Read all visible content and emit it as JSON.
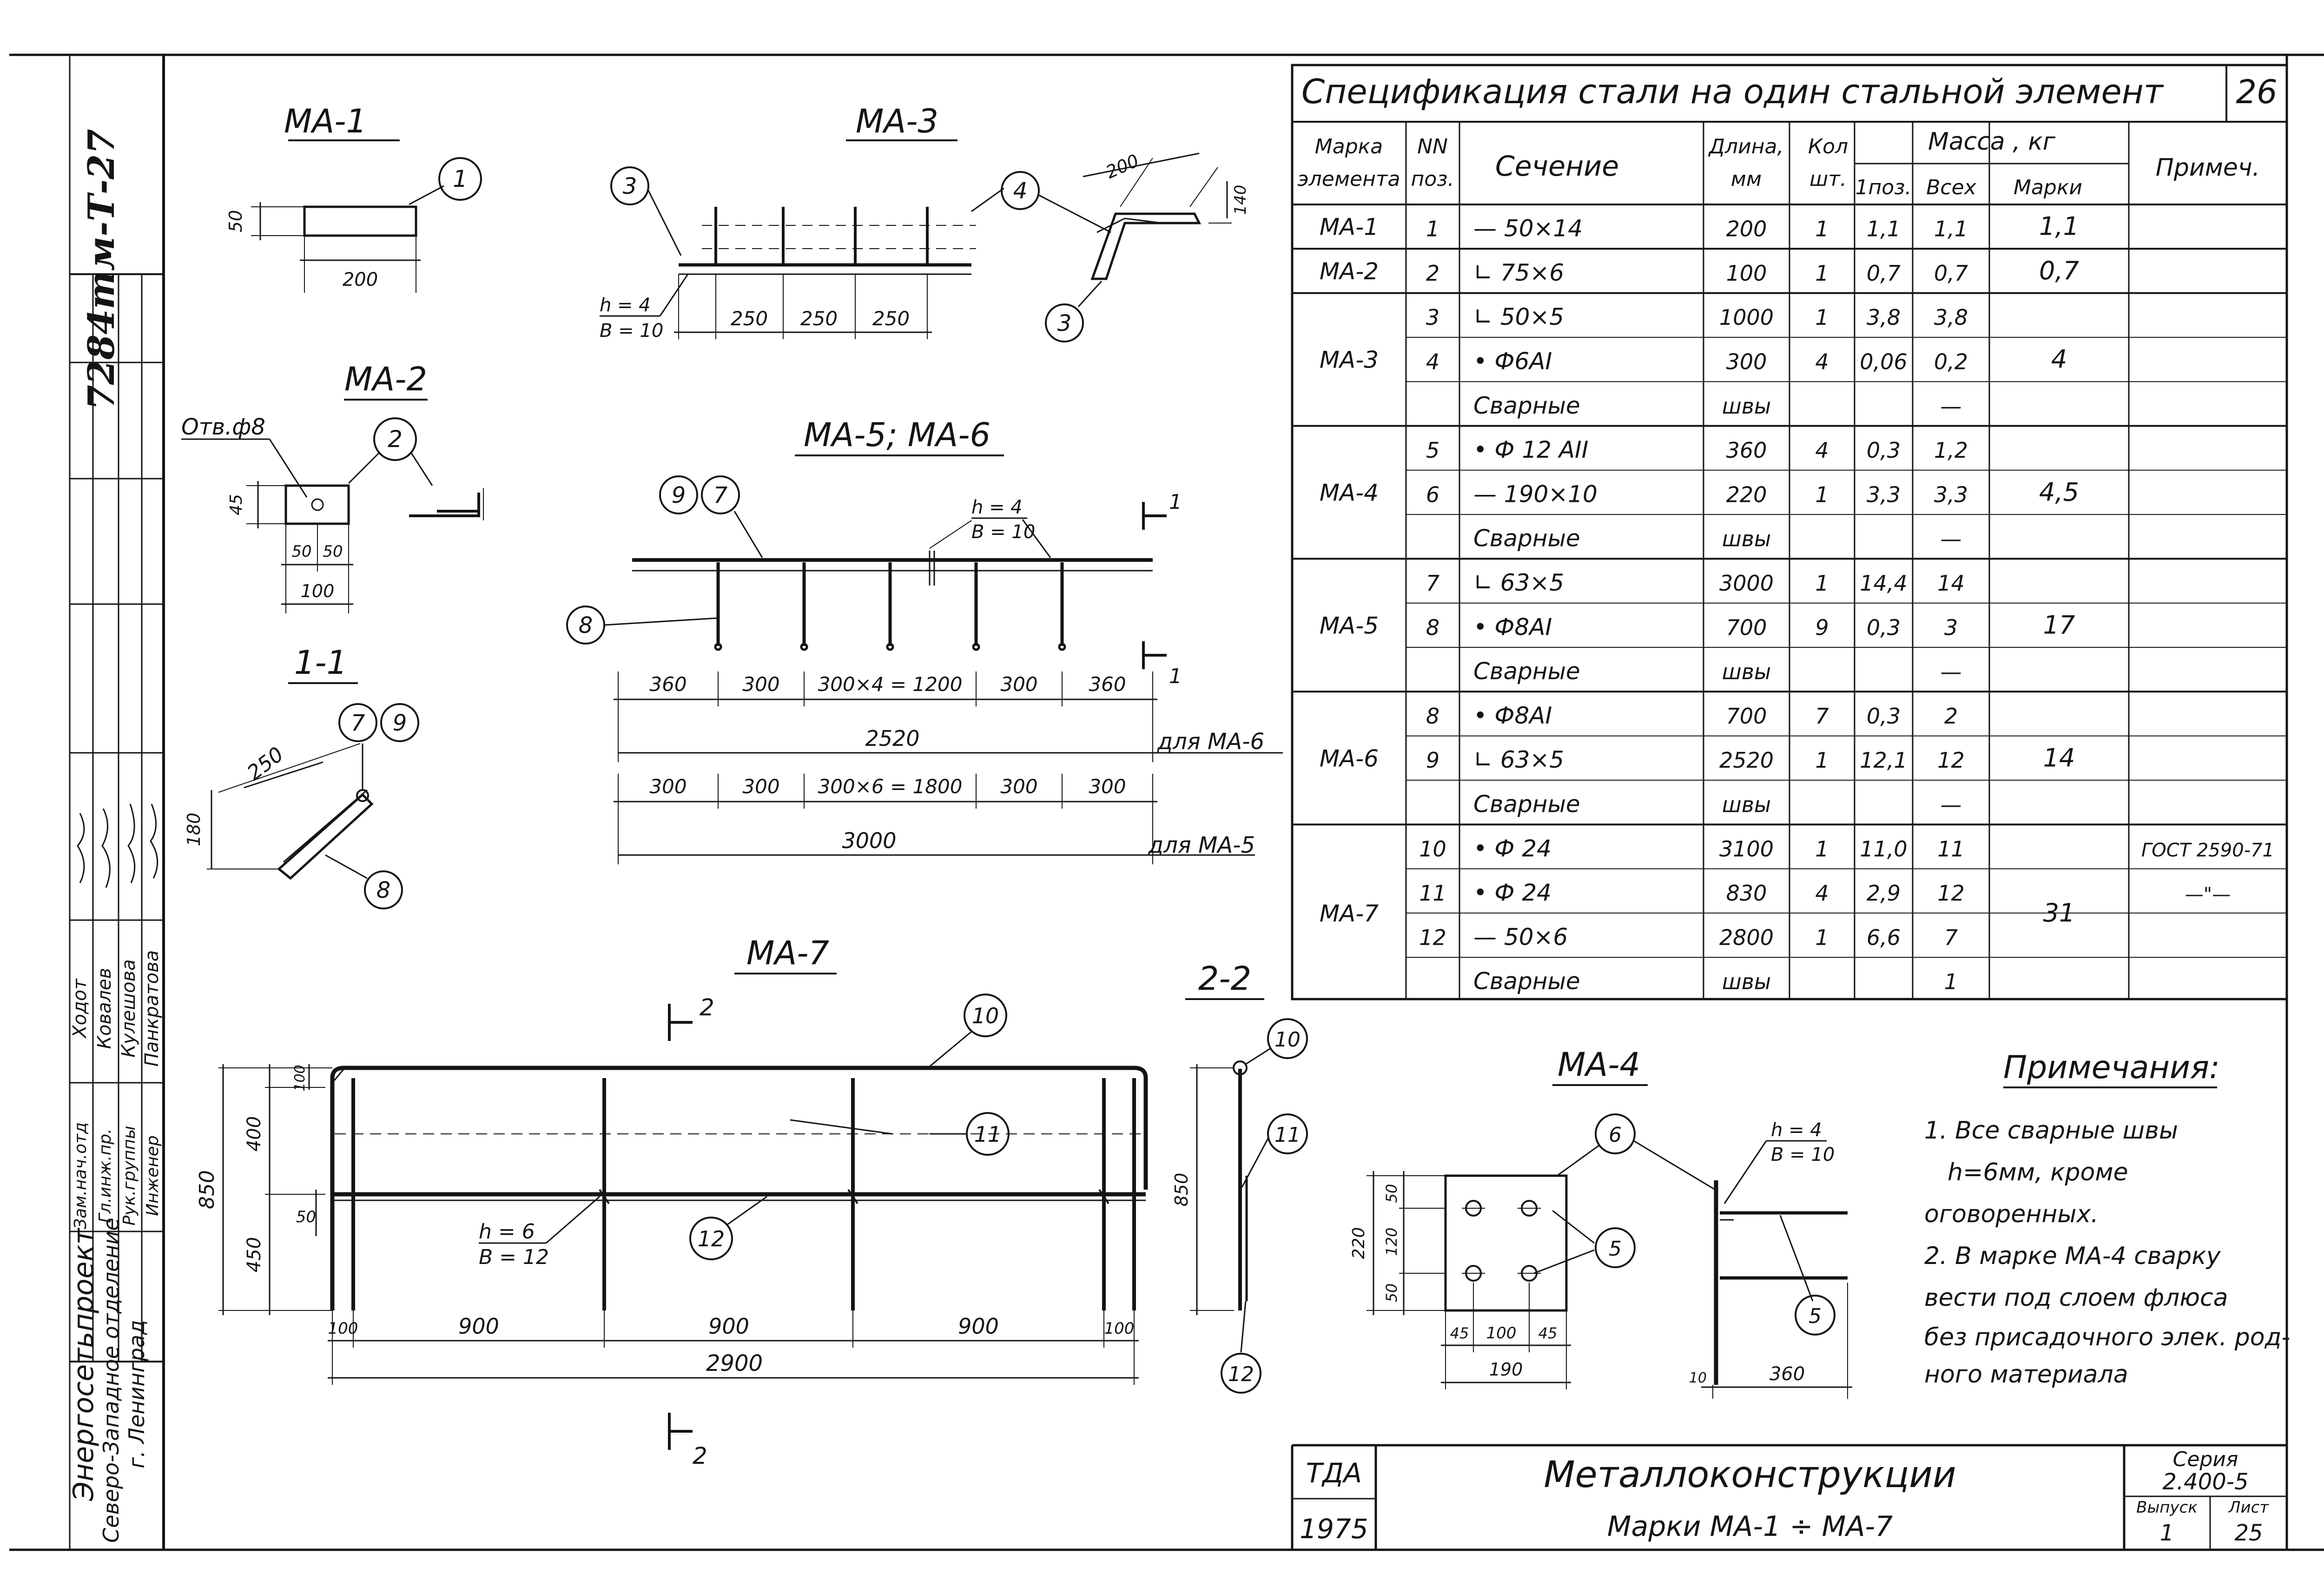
{
  "ink_color": "#141414",
  "paper_color": "#ffffff",
  "sheet_code": "7284тм-Т-27",
  "sheet_top_number": "26",
  "spec": {
    "title": "Спецификация стали на один стальной элемент",
    "headers": {
      "mark": "Марка элемента",
      "pos": "NN поз.",
      "section": "Сечение",
      "length": "Длина, мм",
      "qty": "Кол шт.",
      "mass": "Масса , кг",
      "mass_one": "1поз.",
      "mass_all": "Всех",
      "mass_mark": "Марки",
      "note": "Примеч."
    },
    "rows": [
      {
        "mark": "МА-1",
        "pos": "1",
        "section": "— 50×14",
        "length": "200",
        "qty": "1",
        "one": "1,1",
        "all": "1,1",
        "markmass": "1,1",
        "note": ""
      },
      {
        "mark": "МА-2",
        "pos": "2",
        "section": "∟ 75×6",
        "length": "100",
        "qty": "1",
        "one": "0,7",
        "all": "0,7",
        "markmass": "0,7",
        "note": ""
      },
      {
        "mark": "МА-3",
        "pos": "3",
        "section": "∟ 50×5",
        "length": "1000",
        "qty": "1",
        "one": "3,8",
        "all": "3,8",
        "markmass": "4",
        "note": ""
      },
      {
        "mark": "",
        "pos": "4",
        "section": "• Ф6АI",
        "length": "300",
        "qty": "4",
        "one": "0,06",
        "all": "0,2",
        "markmass": "",
        "note": ""
      },
      {
        "mark": "",
        "pos": "",
        "section": "Сварные",
        "length": "швы",
        "qty": "",
        "one": "",
        "all": "—",
        "markmass": "",
        "note": ""
      },
      {
        "mark": "МА-4",
        "pos": "5",
        "section": "• Ф 12 АII",
        "length": "360",
        "qty": "4",
        "one": "0,3",
        "all": "1,2",
        "markmass": "4,5",
        "note": ""
      },
      {
        "mark": "",
        "pos": "6",
        "section": "— 190×10",
        "length": "220",
        "qty": "1",
        "one": "3,3",
        "all": "3,3",
        "markmass": "",
        "note": ""
      },
      {
        "mark": "",
        "pos": "",
        "section": "Сварные",
        "length": "швы",
        "qty": "",
        "one": "",
        "all": "—",
        "markmass": "",
        "note": ""
      },
      {
        "mark": "МА-5",
        "pos": "7",
        "section": "∟ 63×5",
        "length": "3000",
        "qty": "1",
        "one": "14,4",
        "all": "14",
        "markmass": "17",
        "note": ""
      },
      {
        "mark": "",
        "pos": "8",
        "section": "• Ф8АI",
        "length": "700",
        "qty": "9",
        "one": "0,3",
        "all": "3",
        "markmass": "",
        "note": ""
      },
      {
        "mark": "",
        "pos": "",
        "section": "Сварные",
        "length": "швы",
        "qty": "",
        "one": "",
        "all": "—",
        "markmass": "",
        "note": ""
      },
      {
        "mark": "МА-6",
        "pos": "8",
        "section": "• Ф8АI",
        "length": "700",
        "qty": "7",
        "one": "0,3",
        "all": "2",
        "markmass": "14",
        "note": ""
      },
      {
        "mark": "",
        "pos": "9",
        "section": "∟ 63×5",
        "length": "2520",
        "qty": "1",
        "one": "12,1",
        "all": "12",
        "markmass": "",
        "note": ""
      },
      {
        "mark": "",
        "pos": "",
        "section": "Сварные",
        "length": "швы",
        "qty": "",
        "one": "",
        "all": "—",
        "markmass": "",
        "note": ""
      },
      {
        "mark": "МА-7",
        "pos": "10",
        "section": "• Ф 24",
        "length": "3100",
        "qty": "1",
        "one": "11,0",
        "all": "11",
        "markmass": "31",
        "note": "ГОСТ 2590-71"
      },
      {
        "mark": "",
        "pos": "11",
        "section": "• Ф 24",
        "length": "830",
        "qty": "4",
        "one": "2,9",
        "all": "12",
        "markmass": "",
        "note": "—\"—"
      },
      {
        "mark": "",
        "pos": "12",
        "section": "— 50×6",
        "length": "2800",
        "qty": "1",
        "one": "6,6",
        "all": "7",
        "markmass": "",
        "note": ""
      },
      {
        "mark": "",
        "pos": "",
        "section": "Сварные",
        "length": "швы",
        "qty": "",
        "one": "",
        "all": "1",
        "markmass": "",
        "note": ""
      }
    ]
  },
  "drawings": {
    "ma1": {
      "title": "МА-1",
      "dim_h": "50",
      "dim_w": "200",
      "pos": "1"
    },
    "ma2": {
      "title": "МА-2",
      "hole": "Отв.ф8",
      "pos": "2",
      "d45": "45",
      "d50a": "50",
      "d50b": "50",
      "d100": "100"
    },
    "s11": {
      "title": "1-1",
      "d250": "250",
      "d180": "180",
      "p7": "7",
      "p9": "9",
      "p8": "8"
    },
    "ma3": {
      "title": "МА-3",
      "d250a": "250",
      "d250b": "250",
      "d250c": "250",
      "weld": "h = 4",
      "weldb": "В = 10",
      "p3a": "3",
      "p4": "4",
      "p3b": "3",
      "d200": "200",
      "d140": "140"
    },
    "ma56": {
      "title": "МА-5; МА-6",
      "weld": "h = 4",
      "weldb": "В = 10",
      "p9": "9",
      "p7": "7",
      "p8": "8",
      "sec": "1",
      "row1": [
        "360",
        "300",
        "300×4 = 1200",
        "300",
        "360"
      ],
      "total1": "2520",
      "for1": "для МА-6",
      "row2": [
        "300",
        "300",
        "300×6 = 1800",
        "300",
        "300"
      ],
      "total2": "3000",
      "for2": "для МА-5"
    },
    "ma7": {
      "title": "МА-7",
      "sec": "2",
      "p10": "10",
      "p11": "11",
      "p12": "12",
      "weld": "h = 6",
      "weldb": "В = 12",
      "d100a": "100",
      "d900a": "900",
      "d900b": "900",
      "d900c": "900",
      "d100b": "100",
      "total": "2900",
      "d850": "850",
      "d400": "400",
      "d450": "450",
      "d100t": "100",
      "d50": "50"
    },
    "s22": {
      "title": "2-2",
      "p10": "10",
      "p11": "11",
      "p12": "12",
      "d850": "850"
    },
    "ma4": {
      "title": "МА-4",
      "p6": "6",
      "p5a": "5",
      "p5b": "5",
      "weld": "h = 4",
      "weldb": "В = 10",
      "d220": "220",
      "d50a": "50",
      "d120": "120",
      "d50b": "50",
      "d45a": "45",
      "d100": "100",
      "d45b": "45",
      "d190": "190",
      "d10": "10",
      "d360": "360"
    }
  },
  "notes": {
    "title": "Примечания:",
    "lines": [
      "1. Все сварные швы",
      "h=6мм, кроме",
      "оговоренных.",
      "2. В марке МА-4 сварку",
      "вести под слоем флюса",
      "без присадочного элек. род-",
      "ного материала"
    ]
  },
  "side_stamp": {
    "org": "Энергосетьпроект",
    "dept": "Северо-Западное отделение",
    "city": "г. Ленинград",
    "roles": [
      "Зам.нач.отд",
      "Гл.инж.пр.",
      "Рук.группы",
      "Инженер"
    ],
    "names": [
      "Ходот",
      "Ковалев",
      "Кулешова",
      "Панкратова"
    ]
  },
  "title_block": {
    "org": "ТДА",
    "year": "1975",
    "title": "Металлоконструкции",
    "subtitle": "Марки   МА-1 ÷ МА-7",
    "series_label": "Серия",
    "series": "2.400-5",
    "issue_label": "Выпуск",
    "issue": "1",
    "sheet_label": "Лист",
    "sheet": "25"
  }
}
